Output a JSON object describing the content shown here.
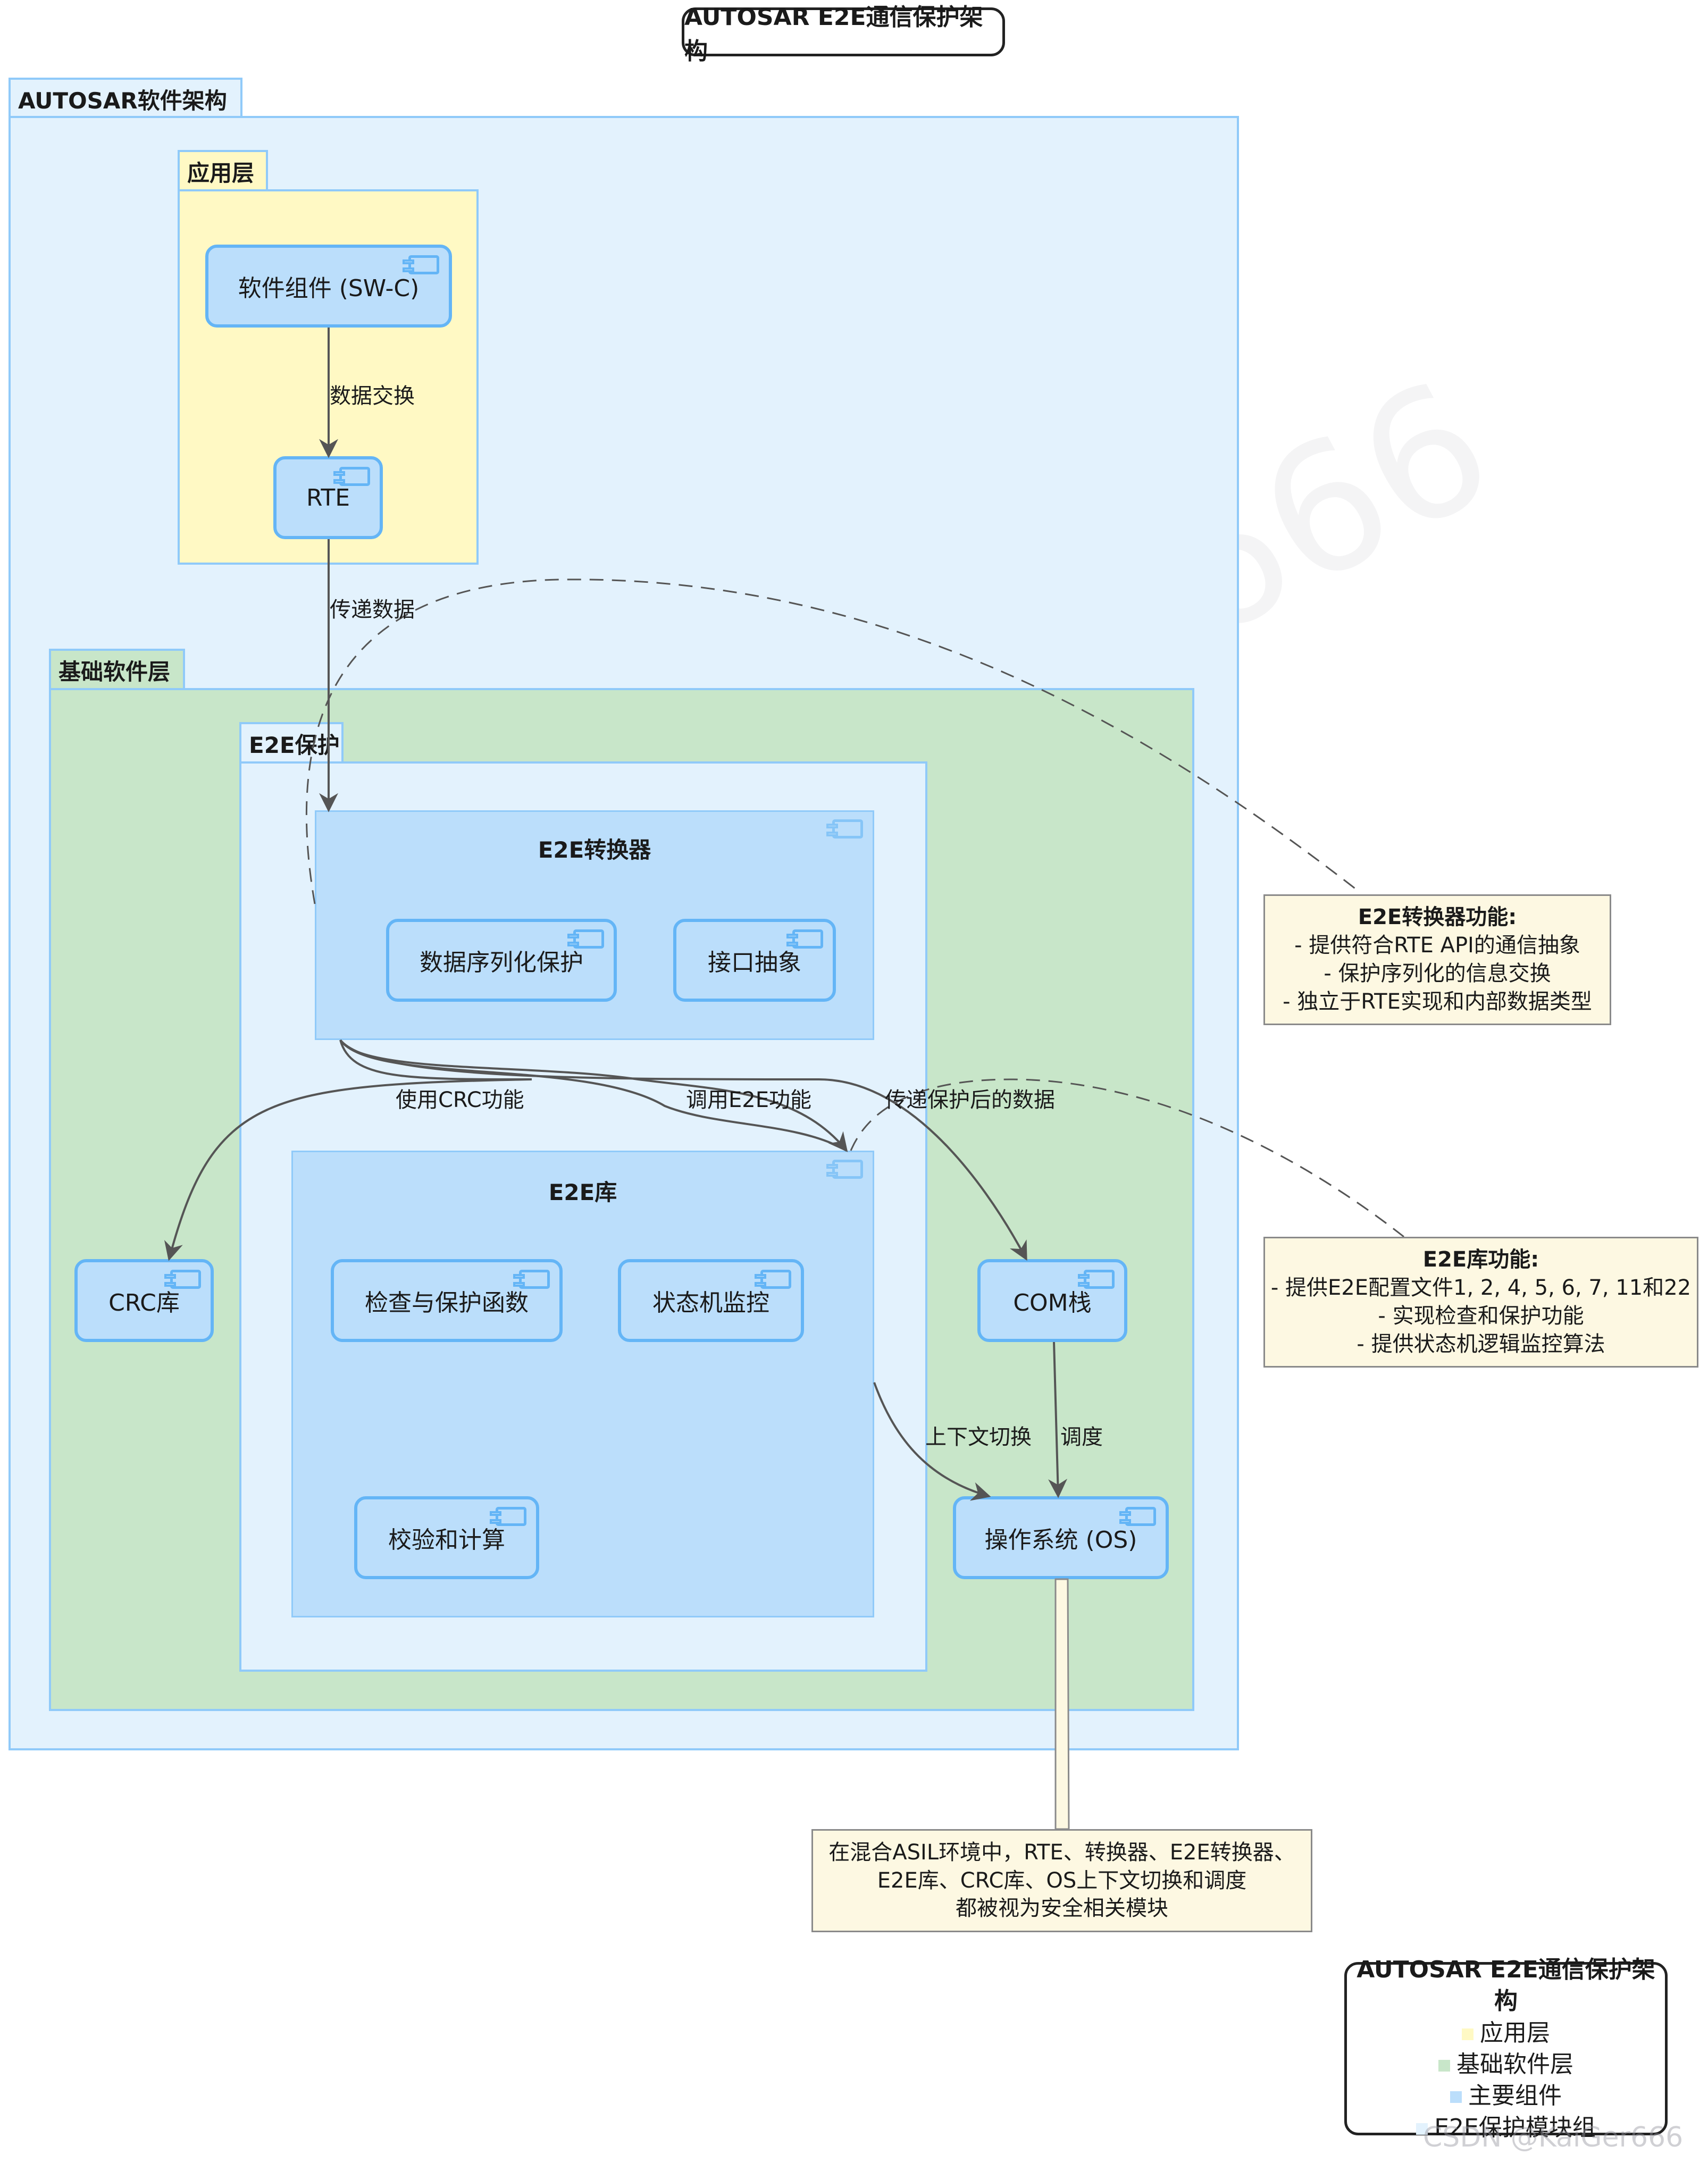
{
  "title": "AUTOSAR E2E通信保护架构",
  "packages": {
    "arch": "AUTOSAR软件架构",
    "app": "应用层",
    "bsw": "基础软件层",
    "e2e": "E2E保护"
  },
  "components": {
    "swc": "软件组件 (SW-C)",
    "rte": "RTE",
    "serialization": "数据序列化保护",
    "interface": "接口抽象",
    "crc": "CRC库",
    "check": "检查与保护函数",
    "statemachine": "状态机监控",
    "checksum": "校验和计算",
    "com": "COM栈",
    "os": "操作系统 (OS)"
  },
  "groups": {
    "transformer": "E2E转换器",
    "library": "E2E库"
  },
  "edges": {
    "swc_rte": "数据交换",
    "rte_transformer": "传递数据",
    "use_crc": "使用CRC功能",
    "call_e2e": "调用E2E功能",
    "pass_protected": "传递保护后的数据",
    "context_switch": "上下文切换",
    "schedule": "调度"
  },
  "notes": {
    "transformer": {
      "title": "E2E转换器功能:",
      "lines": [
        "- 提供符合RTE API的通信抽象",
        "- 保护序列化的信息交换",
        "- 独立于RTE实现和内部数据类型"
      ]
    },
    "library": {
      "title": "E2E库功能:",
      "lines": [
        "- 提供E2E配置文件1, 2, 4, 5, 6, 7, 11和22",
        "- 实现检查和保护功能",
        "- 提供状态机逻辑监控算法"
      ]
    },
    "asil": {
      "lines": [
        "在混合ASIL环境中，RTE、转换器、E2E转换器、",
        "E2E库、CRC库、OS上下文切换和调度",
        "都被视为安全相关模块"
      ]
    }
  },
  "legend": {
    "title": "AUTOSAR E2E通信保护架构",
    "items": [
      {
        "label": "应用层",
        "color": "#fff9c4"
      },
      {
        "label": "基础软件层",
        "color": "#c8e6c9"
      },
      {
        "label": "主要组件",
        "color": "#bbdefb"
      },
      {
        "label": "E2E保护模块组",
        "color": "#e3f2fd"
      }
    ]
  },
  "watermark": "CSDN @KaiGer666",
  "icons": {
    "component": "component-icon"
  }
}
